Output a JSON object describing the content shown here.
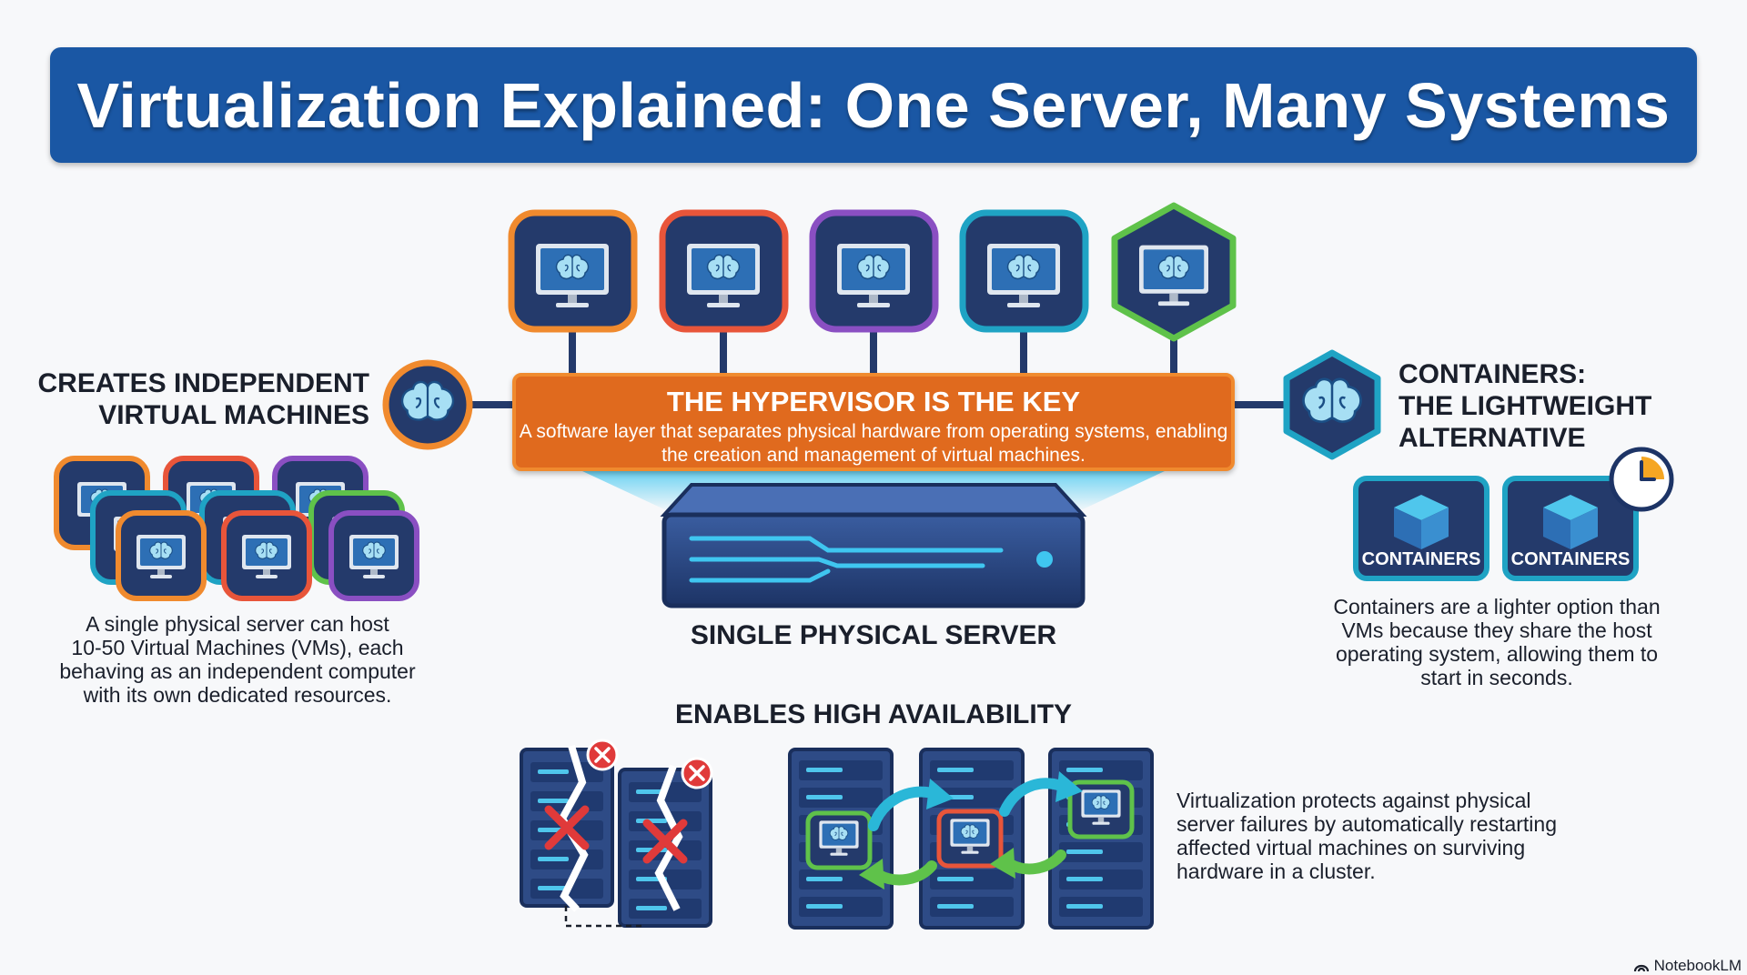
{
  "title": "Virtualization Explained: One Server, Many Systems",
  "hypervisor": {
    "title": "THE HYPERVISOR IS THE KEY",
    "description": "A software layer that separates physical hardware from operating systems, enabling the creation and management of virtual machines."
  },
  "server": {
    "label": "SINGLE PHYSICAL SERVER"
  },
  "vms": {
    "heading_line1": "CREATES INDEPENDENT",
    "heading_line2": "VIRTUAL MACHINES",
    "description_lines": [
      "A single physical server can host",
      "10-50 Virtual Machines (VMs), each",
      "behaving as an independent computer",
      "with its own dedicated resources."
    ]
  },
  "containers": {
    "heading_line1": "CONTAINERS:",
    "heading_line2": "THE LIGHTWEIGHT",
    "heading_line3": "ALTERNATIVE",
    "box1_label": "CONTAINERS",
    "box2_label": "CONTAINERS",
    "description_lines": [
      "Containers are a lighter option than",
      "VMs because they share the host",
      "operating system, allowing them to",
      "start in seconds."
    ]
  },
  "availability": {
    "heading": "ENABLES HIGH AVAILABILITY",
    "description_lines": [
      "Virtualization protects against physical",
      "server failures by automatically restarting",
      "affected virtual machines on surviving",
      "hardware in a cluster."
    ]
  },
  "branding": {
    "text": "NotebookLM"
  },
  "colors": {
    "title_banner": "#1a57a4",
    "hypervisor_banner": "#e06a1e",
    "orange": "#f08a2e",
    "red": "#e8553a",
    "purple": "#8a4fc2",
    "cyan": "#1fa3c4",
    "green": "#5fc24a",
    "navy": "#243a6b",
    "screen": "#2d6fb5"
  },
  "icons": {
    "vm": "computer-monitor-brain-icon",
    "hypervisor_badge": "brain-icon",
    "container": "cube-icon",
    "timer": "clock-icon",
    "failure": "x-mark-icon",
    "migration": "circular-arrows-icon"
  }
}
